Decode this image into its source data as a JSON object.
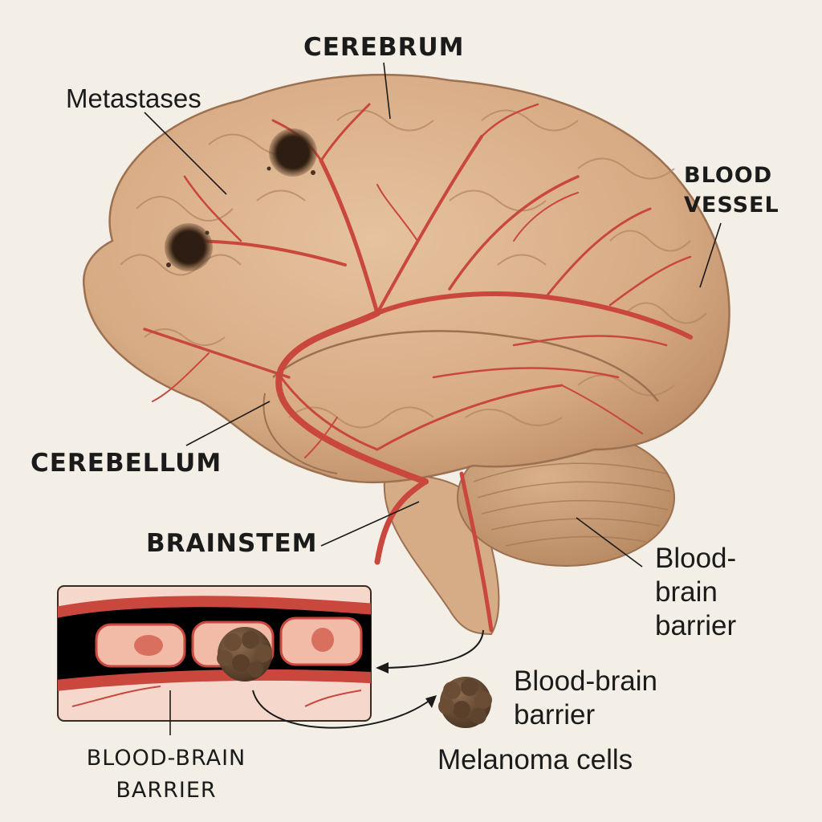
{
  "labels": {
    "cerebrum": "CEREBRUM",
    "metastases": "Metastases",
    "blood_vessel_line1": "BLOOD",
    "blood_vessel_line2": "VESSEL",
    "cerebellum": "CEREBELLUM",
    "brainstem": "BRAINSTEM",
    "bbb_right_line1": "Blood-",
    "bbb_right_line2": "brain",
    "bbb_right_line3": "barrier",
    "bbb_lower_line1": "Blood-brain",
    "bbb_lower_line2": "barrier",
    "melanoma_cells": "Melanoma cells",
    "bbb_inset_line1": "BLOOD-BRAIN",
    "bbb_inset_line2": "BARRIER"
  },
  "colors": {
    "background": "#f3efe6",
    "brain_tissue": "#dcb48f",
    "brain_outline": "#9c7152",
    "vessel": "#c9473c",
    "metastasis": "#3a2618",
    "cerebellum": "#c9a07a",
    "inset_fill": "#f2c9b8"
  }
}
